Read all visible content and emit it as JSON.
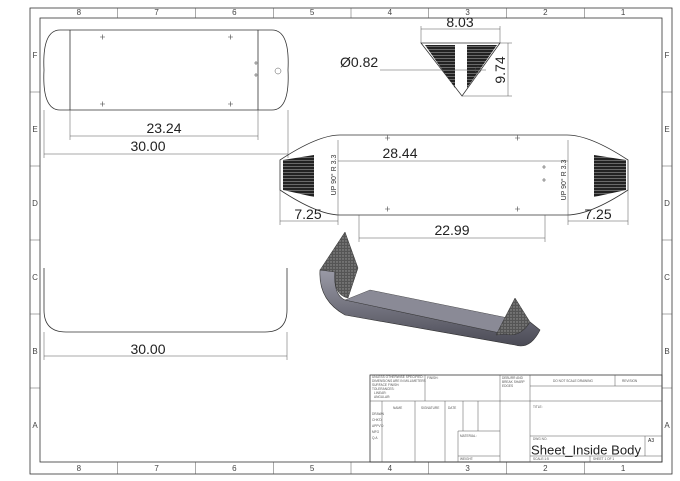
{
  "zones": {
    "columns": [
      "8",
      "7",
      "6",
      "5",
      "4",
      "3",
      "2",
      "1"
    ],
    "rows": [
      "F",
      "E",
      "D",
      "C",
      "B",
      "A"
    ]
  },
  "dimensions": {
    "top_view_inner": "23.24",
    "top_view_overall": "30.00",
    "end_view_width": "8.03",
    "end_view_height": "9.74",
    "hole_diameter": "Ø0.82",
    "flat_length": "28.44",
    "flat_hole_spacing": "22.99",
    "flat_left_tab": "7.25",
    "flat_right_tab": "7.25",
    "bend_note_left": "UP 90° R 3.3",
    "bend_note_right": "UP 90° R 3.3",
    "front_view_overall": "30.00"
  },
  "title_block": {
    "general_notes": [
      "UNLESS OTHERWISE SPECIFIED:",
      "DIMENSIONS ARE IN MILLIMETERS",
      "SURFACE FINISH:",
      "TOLERANCES:",
      "LINEAR:",
      "ANGULAR:"
    ],
    "finish_label": "FINISH:",
    "deburr_label": [
      "DEBURR AND",
      "BREAK SHARP",
      "EDGES"
    ],
    "do_not_scale": "DO NOT SCALE DRAWING",
    "revision_label": "REVISION",
    "column_headers": [
      "NAME",
      "SIGNATURE",
      "DATE"
    ],
    "row_labels": [
      "DRAWN",
      "CHK'D",
      "APPV'D",
      "MFG",
      "Q.A"
    ],
    "title_label": "TITLE:",
    "material_label": "MATERIAL:",
    "weight_label": "WEIGHT:",
    "dwg_no_label": "DWG NO.",
    "drawing_name": "Sheet_Inside Body",
    "sheet_size": "A3",
    "scale_label": "SCALE:1:5",
    "sheet_label": "SHEET 1 OF 1"
  }
}
